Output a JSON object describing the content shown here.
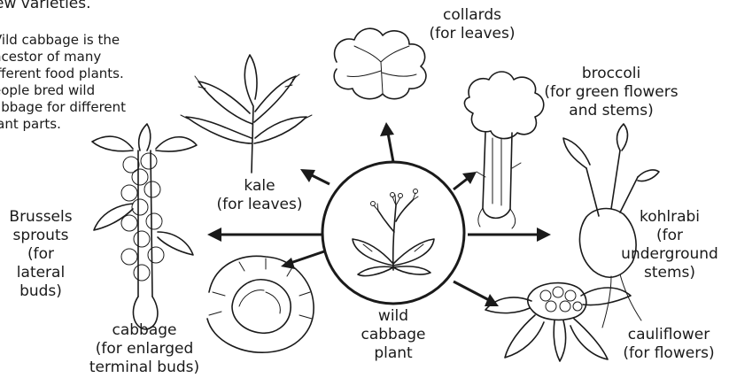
{
  "header_fragment": "ew varieties.",
  "intro": {
    "lines": [
      "Vild cabbage is the",
      "ncestor of many",
      "ifferent food plants.",
      "eople bred wild",
      "abbage for different",
      "lant parts."
    ]
  },
  "center": {
    "lines": [
      "wild",
      "cabbage",
      "plant"
    ]
  },
  "varieties": [
    {
      "id": "collards",
      "lines": [
        "collards",
        "(for leaves)"
      ]
    },
    {
      "id": "broccoli",
      "lines": [
        "broccoli",
        "(for green flowers",
        "and stems)"
      ]
    },
    {
      "id": "kale",
      "lines": [
        "kale",
        "(for leaves)"
      ]
    },
    {
      "id": "kohlrabi",
      "lines": [
        "kohlrabi",
        "(for",
        "underground",
        "stems)"
      ]
    },
    {
      "id": "brussels",
      "lines": [
        "Brussels",
        "sprouts",
        "(for",
        "lateral",
        "buds)"
      ]
    },
    {
      "id": "cabbage",
      "lines": [
        "cabbage",
        "(for enlarged",
        "terminal buds)"
      ]
    },
    {
      "id": "cauliflower",
      "lines": [
        "cauliflower",
        "(for flowers)"
      ]
    }
  ]
}
